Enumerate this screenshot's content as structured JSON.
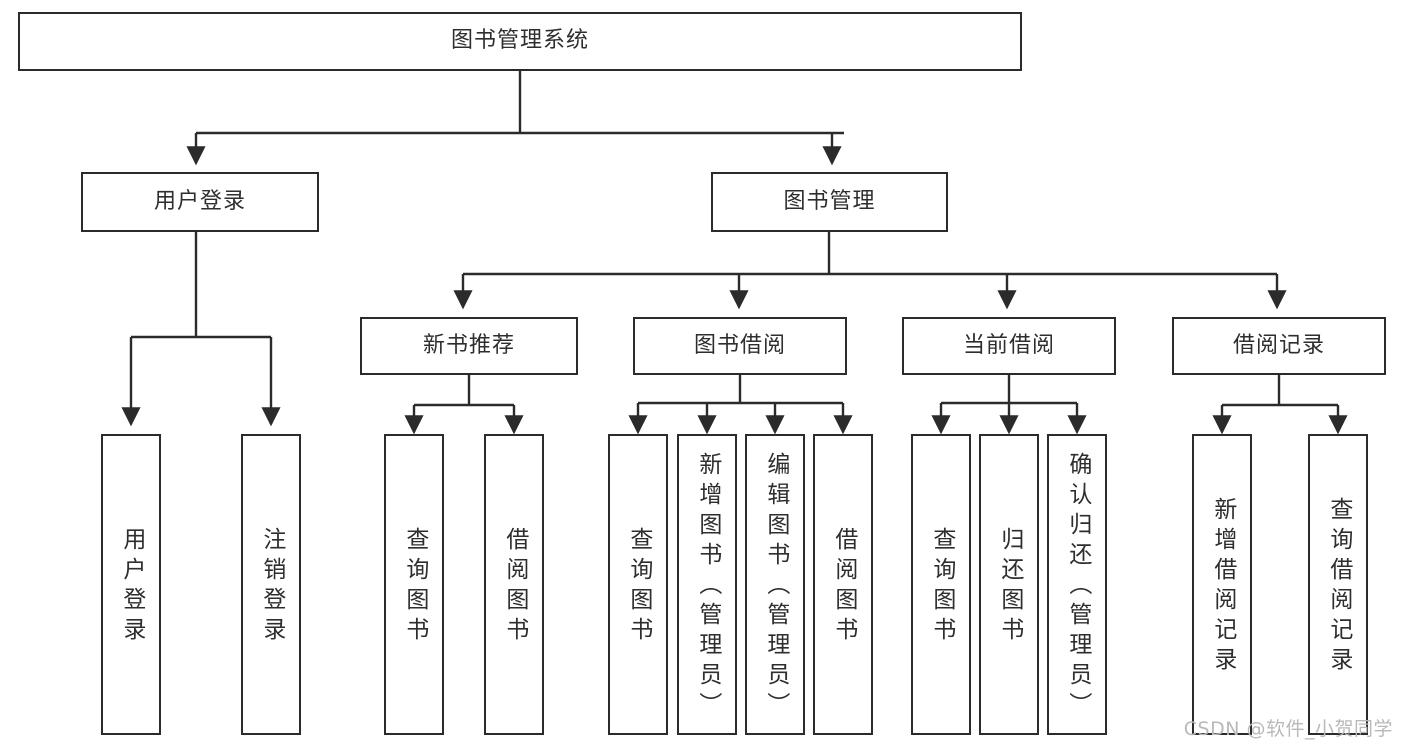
{
  "diagram": {
    "kind": "tree-hierarchy-functional-structure",
    "root": {
      "id": "root",
      "label": "图书管理系统"
    },
    "level1": [
      {
        "id": "user-login",
        "label": "用户登录"
      },
      {
        "id": "book-manage",
        "label": "图书管理"
      }
    ],
    "level2": [
      {
        "id": "new-book-recommend",
        "label": "新书推荐",
        "parent": "book-manage"
      },
      {
        "id": "book-borrow",
        "label": "图书借阅",
        "parent": "book-manage"
      },
      {
        "id": "current-borrow",
        "label": "当前借阅",
        "parent": "book-manage"
      },
      {
        "id": "borrow-record",
        "label": "借阅记录",
        "parent": "book-manage"
      }
    ],
    "leaves": [
      {
        "id": "leaf-user-login",
        "label": "用户登录",
        "parent": "user-login"
      },
      {
        "id": "leaf-logout-login",
        "label": "注销登录",
        "parent": "user-login"
      },
      {
        "id": "leaf-query-book-1",
        "label": "查询图书",
        "parent": "new-book-recommend"
      },
      {
        "id": "leaf-borrow-book-1",
        "label": "借阅图书",
        "parent": "new-book-recommend"
      },
      {
        "id": "leaf-query-book-2",
        "label": "查询图书",
        "parent": "book-borrow"
      },
      {
        "id": "leaf-add-book",
        "label": "新增图书（管理员）",
        "parent": "book-borrow"
      },
      {
        "id": "leaf-edit-book",
        "label": "编辑图书（管理员）",
        "parent": "book-borrow"
      },
      {
        "id": "leaf-borrow-book-2",
        "label": "借阅图书",
        "parent": "book-borrow"
      },
      {
        "id": "leaf-query-book-3",
        "label": "查询图书",
        "parent": "current-borrow"
      },
      {
        "id": "leaf-return-book",
        "label": "归还图书",
        "parent": "current-borrow"
      },
      {
        "id": "leaf-confirm-return",
        "label": "确认归还（管理员）",
        "parent": "current-borrow"
      },
      {
        "id": "leaf-add-record",
        "label": "新增借阅记录",
        "parent": "borrow-record"
      },
      {
        "id": "leaf-query-record",
        "label": "查询借阅记录",
        "parent": "borrow-record"
      }
    ]
  },
  "style": {
    "line_color": "#2b2b2b",
    "box_border_color": "#2b2b2b",
    "box_fill": "#ffffff",
    "text_color": "#2e2e2e",
    "background": "#ffffff",
    "watermark_color": "#b9b9b9"
  },
  "watermark": {
    "text": "CSDN @软件_小贺同学"
  }
}
